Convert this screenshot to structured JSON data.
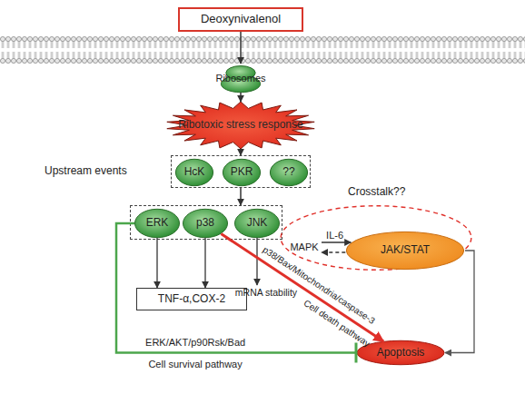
{
  "diagram": {
    "nodes": [
      {
        "text": [
          "Deoxynivalenol"
        ]
      },
      {
        "text": [
          "Ribosomes"
        ]
      },
      {
        "text": [
          "Ribotoxic stress response"
        ]
      },
      {
        "text": [
          "Upstream events"
        ]
      },
      {
        "text": [
          "HcK"
        ],
        "in": 3
      },
      {
        "text": [
          "PKR"
        ],
        "in": 3
      },
      {
        "text": [
          "??"
        ],
        "in": 3
      },
      {
        "text": []
      },
      {
        "text": [
          "ERK"
        ],
        "in": 7
      },
      {
        "text": [
          "p38"
        ],
        "in": 7
      },
      {
        "text": [
          "JNK"
        ],
        "in": 7
      },
      {
        "text": [
          "Crosstalk??"
        ]
      },
      {
        "text": [
          "MAPK"
        ],
        "in": 11
      },
      {
        "text": [
          "JAK/STAT"
        ],
        "in": 11
      },
      {
        "text": [
          "TNF-α,COX-2"
        ]
      },
      {
        "text": [
          "mRNA stability"
        ]
      },
      {
        "text": [
          "Apoptosis"
        ]
      }
    ],
    "edges": [
      {
        "from": 0,
        "to": 1,
        "arrow": "to"
      },
      {
        "from": 1,
        "to": 2,
        "arrow": "to"
      },
      {
        "from": 2,
        "to": 3,
        "arrow": "to"
      },
      {
        "from": 3,
        "to": 7,
        "arrow": "to"
      },
      {
        "from": 8,
        "to": 14,
        "arrow": "to"
      },
      {
        "from": 9,
        "to": 14,
        "arrow": "to"
      },
      {
        "from": 10,
        "to": 15,
        "arrow": "to"
      },
      {
        "from": 12,
        "to": 13,
        "label": "IL-6",
        "arrow": "to"
      },
      {
        "from": 13,
        "to": 12,
        "arrow": "to"
      },
      {
        "from": 9,
        "to": 16,
        "label": "p38/Bax/Mitochondria/caspase-3 Cell death pathway",
        "arrow": "to"
      },
      {
        "from": 8,
        "to": 16,
        "label": "ERK/AKT/p90Rsk/Bad Cell survival pathway",
        "arrow": "to"
      },
      {
        "from": 13,
        "to": 16,
        "arrow": "to"
      }
    ]
  }
}
